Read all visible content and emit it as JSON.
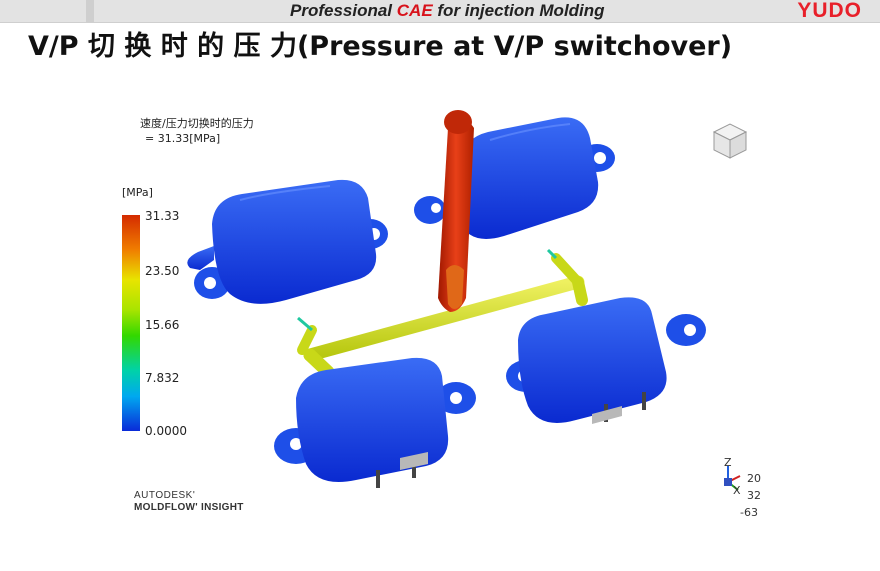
{
  "header": {
    "tagline_prefix": "Professional ",
    "tagline_accent": "CAE",
    "tagline_suffix": " for injection Molding",
    "brand": "YUDO"
  },
  "slide": {
    "title": "V/P 切 换 时 的 压 力(Pressure at V/P switchover)"
  },
  "viewer": {
    "result_name": "速度/压力切换时的压力",
    "result_value": "= 31.33[MPa]",
    "legend": {
      "unit": "[MPa]",
      "ticks": [
        "31.33",
        "23.50",
        "15.66",
        "7.832",
        "0.0000"
      ],
      "colors": {
        "max": "#d42b00",
        "mid_high": "#e8e400",
        "mid": "#32d800",
        "mid_low": "#00a8f0",
        "min": "#0a2ad8"
      }
    },
    "branding_line1": "AUTODESK'",
    "branding_line2": "MOLDFLOW' INSIGHT",
    "axes": {
      "z_label": "Z",
      "x_label": "X",
      "rot_z": "20",
      "rot_x": "32",
      "rot_y": "-63"
    },
    "model_colors": {
      "sprue": "#d03010",
      "runner": "#d8e830",
      "part": "#1e55e6"
    }
  }
}
